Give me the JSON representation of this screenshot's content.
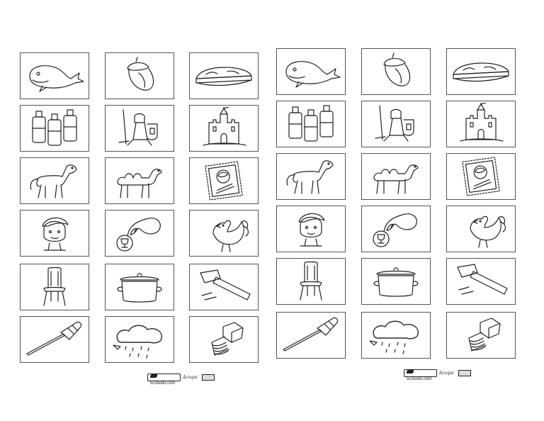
{
  "page": {
    "background": "#ffffff",
    "line_color": "#222222"
  },
  "sheets": [
    {
      "footer": {
        "brand": "5cstudio.com",
        "script_mark": "Acoqui",
        "tiny_line_1": "",
        "tiny_line_2": ""
      }
    },
    {
      "footer": {
        "brand": "5cstudio.com",
        "script_mark": "Acoqui",
        "tiny_line_1": "",
        "tiny_line_2": ""
      }
    }
  ],
  "cards": [
    {
      "icon": "whale-icon"
    },
    {
      "icon": "acorn-icon"
    },
    {
      "icon": "sandwich-icon"
    },
    {
      "icon": "bottles-icon"
    },
    {
      "icon": "knight-icon"
    },
    {
      "icon": "castle-icon"
    },
    {
      "icon": "horse-icon"
    },
    {
      "icon": "camel-icon"
    },
    {
      "icon": "stamp-icon"
    },
    {
      "icon": "boy-face-icon"
    },
    {
      "icon": "trophy-rope-icon"
    },
    {
      "icon": "rooster-icon"
    },
    {
      "icon": "chair-icon"
    },
    {
      "icon": "pot-icon"
    },
    {
      "icon": "hammer-icon"
    },
    {
      "icon": "screwdriver-icon"
    },
    {
      "icon": "rain-cloud-icon"
    },
    {
      "icon": "bolt-icon"
    }
  ]
}
